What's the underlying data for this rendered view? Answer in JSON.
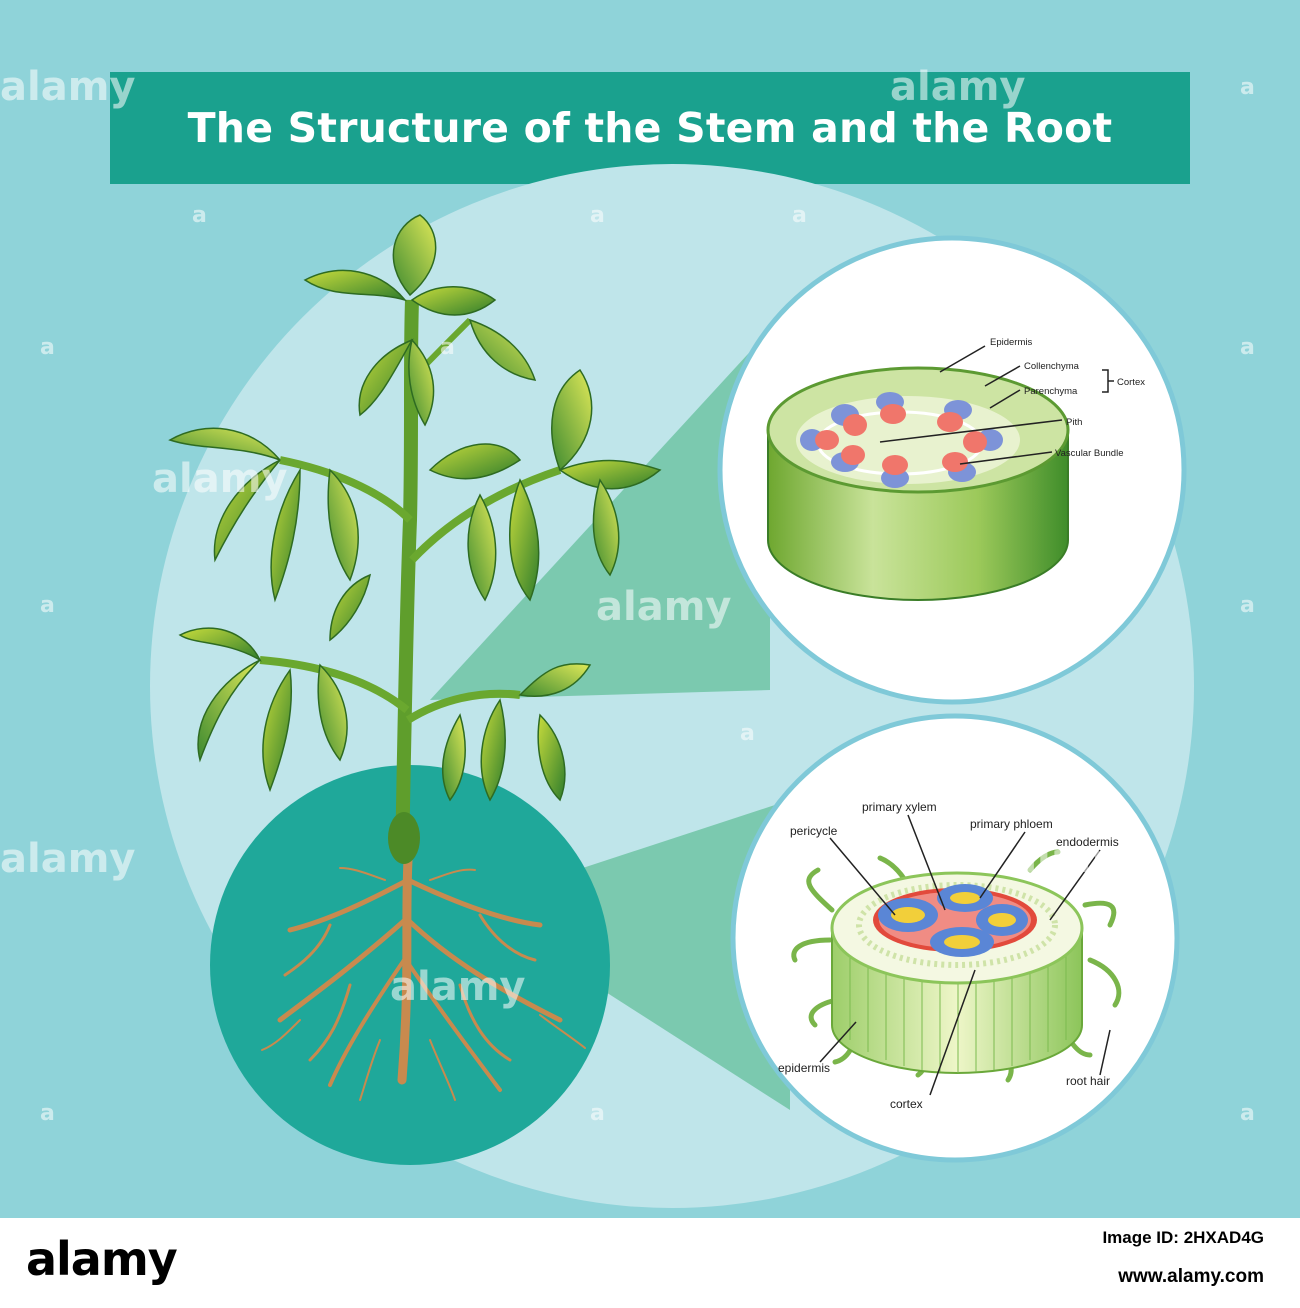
{
  "title": "The Structure of the Stem and the Root",
  "stem_labels": {
    "epidermis": "Epidermis",
    "collenchyma": "Collenchyma",
    "parenchyma": "Parenchyma",
    "cortex": "Cortex",
    "pith": "Pith",
    "vascular_bundle": "Vascular Bundle"
  },
  "root_labels": {
    "primary_xylem": "primary xylem",
    "pericycle": "pericycle",
    "primary_phloem": "primary phloem",
    "endodermis": "endodermis",
    "epidermis": "epidermis",
    "cortex": "cortex",
    "root_hair": "root hair"
  },
  "watermark": "alamy",
  "watermark_small": "a",
  "footer": {
    "logo": "alamy",
    "image_id": "Image ID: 2HXAD4G",
    "url": "www.alamy.com"
  }
}
